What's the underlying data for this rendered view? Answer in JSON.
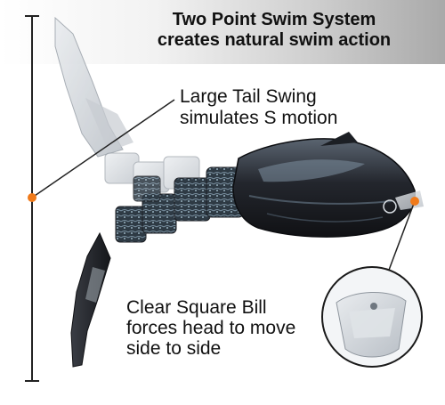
{
  "header": {
    "line1": "Two Point Swim System",
    "line2": "creates natural swim action"
  },
  "callouts": {
    "tail_line1": "Large Tail Swing",
    "tail_line2": "simulates S motion",
    "bill_line1": "Clear Square Bill",
    "bill_line2": "forces head to move",
    "bill_line3": "side to side"
  },
  "colors": {
    "accent_dot": "#f07a1a",
    "line": "#222222",
    "lure_dark": "#2a2c33"
  }
}
